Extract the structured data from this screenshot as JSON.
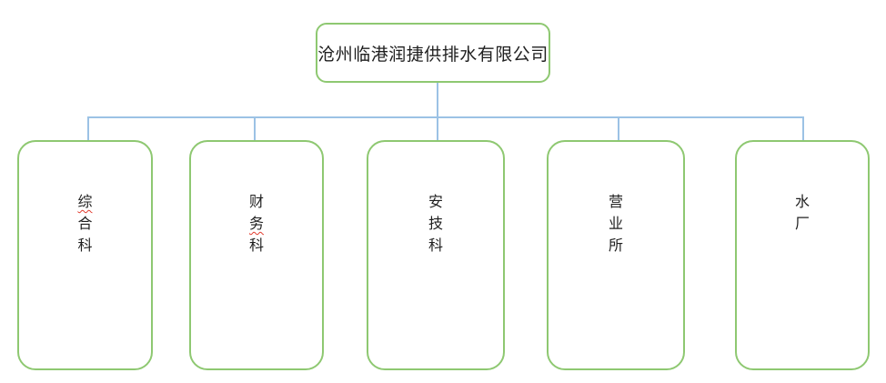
{
  "org_chart": {
    "root": {
      "label": "沧州临港润捷供排水有限公司"
    },
    "departments": [
      {
        "label": "综合科",
        "misspelled_char_indexes": [
          0
        ]
      },
      {
        "label": "财务科",
        "misspelled_char_indexes": [
          1
        ]
      },
      {
        "label": "安技科",
        "misspelled_char_indexes": []
      },
      {
        "label": "营业所",
        "misspelled_char_indexes": []
      },
      {
        "label": "水厂",
        "misspelled_char_indexes": []
      }
    ],
    "colors": {
      "box_border": "#8ec871",
      "connector": "#9cc2e5",
      "text": "#1f1f1f",
      "spellcheck_underline": "#e23b2e"
    }
  }
}
